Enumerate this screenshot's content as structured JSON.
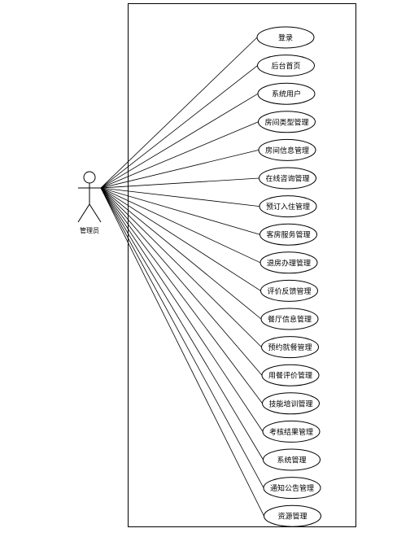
{
  "diagram": {
    "actor": {
      "label": "管理员",
      "icon": "stick-figure-actor"
    },
    "use_cases": [
      "登录",
      "后台首页",
      "系统用户",
      "房间类型管理",
      "房间信息管理",
      "在线咨询管理",
      "预订入住管理",
      "客房服务管理",
      "退房办理管理",
      "评价反馈管理",
      "餐厅信息管理",
      "预约就餐管理",
      "用餐评价管理",
      "技能培训管理",
      "考核结果管理",
      "系统管理",
      "通知公告管理",
      "资源管理"
    ],
    "colors": {
      "stroke": "#000000",
      "background": "#ffffff"
    }
  }
}
